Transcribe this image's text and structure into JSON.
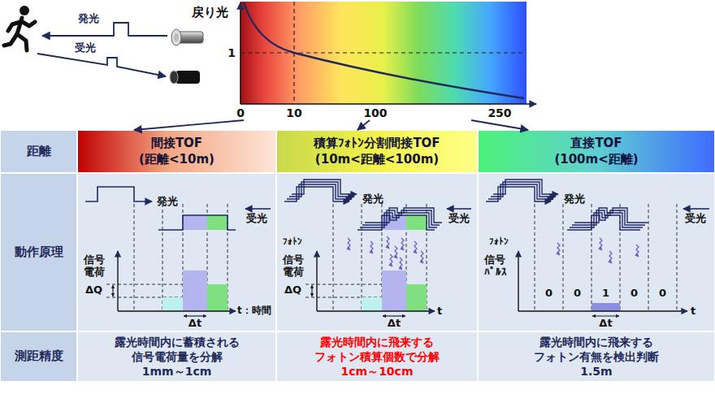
{
  "diagram": {
    "nodes": [
      {
        "text": [
          "戻り光",
          "1",
          "0",
          "10",
          "100",
          "250"
        ]
      },
      {
        "text": [
          "距離"
        ]
      },
      {
        "text": [
          "間接TOF",
          "(距離<10m)"
        ]
      },
      {
        "text": [
          "積算ﾌｫﾄﾝ分割間接TOF",
          "(10m<距離<100m)"
        ]
      },
      {
        "text": [
          "直接TOF",
          "(100m<距離)"
        ]
      },
      {
        "text": [
          "動作原理"
        ]
      },
      {
        "text": [
          "発光",
          "受光",
          "信号 電荷",
          "ΔQ",
          "Δt",
          "t：時間"
        ]
      },
      {
        "text": [
          "発光",
          "受光",
          "ﾌｫﾄﾝ",
          "信号 電荷",
          "ΔQ",
          "Δt",
          "t"
        ]
      },
      {
        "text": [
          "発光",
          "受光",
          "ﾌｫﾄﾝ",
          "信号 ﾊﾟﾙｽ",
          "0",
          "0",
          "1",
          "0",
          "0",
          "Δt",
          "t"
        ]
      },
      {
        "text": [
          "測距精度"
        ]
      },
      {
        "text": [
          "露光時間内に蓄積される",
          "信号電荷量を分解",
          "1mm～1cm"
        ]
      },
      {
        "text": [
          "露光時間内に飛来する",
          "フォトン積算個数で分解",
          "1cm～10cm"
        ]
      },
      {
        "text": [
          "露光時間内に飛来する",
          "フォトン有無を検出判断",
          "1.5m"
        ]
      }
    ],
    "edges": [
      {
        "from": 0,
        "to": 2,
        "arrow": "to"
      },
      {
        "from": 0,
        "to": 3,
        "arrow": "to"
      },
      {
        "from": 0,
        "to": 4,
        "arrow": "to"
      }
    ],
    "labels": [
      "発光",
      "受光"
    ]
  }
}
